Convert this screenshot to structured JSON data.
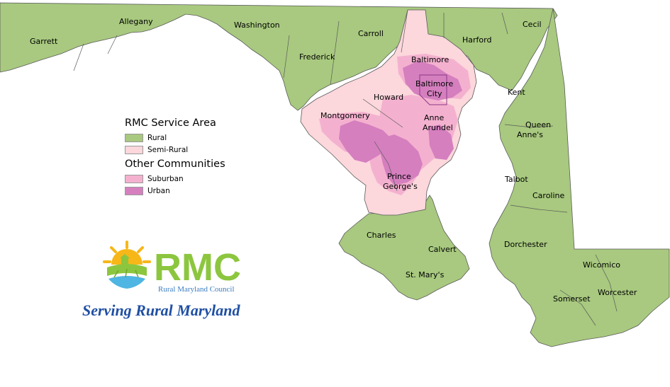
{
  "colors": {
    "rural": "#a8c97f",
    "semi_rural": "#fcd7dc",
    "suburban": "#f4b1cf",
    "urban": "#d57fbf",
    "border": "#5a5a5a",
    "tagline": "#1f4fa3",
    "logo_green": "#8cc63f",
    "logo_sun": "#f7b718",
    "logo_water": "#4fb5e3"
  },
  "legend": {
    "service_area_title": "RMC Service Area",
    "rural_label": "Rural",
    "semi_rural_label": "Semi-Rural",
    "other_title": "Other Communities",
    "suburban_label": "Suburban",
    "urban_label": "Urban"
  },
  "counties": {
    "garrett": "Garrett",
    "allegany": "Allegany",
    "washington": "Washington",
    "frederick": "Frederick",
    "carroll": "Carroll",
    "baltimore": "Baltimore",
    "harford": "Harford",
    "cecil": "Cecil",
    "baltimore_city_1": "Baltimore",
    "baltimore_city_2": "City",
    "howard": "Howard",
    "montgomery": "Montgomery",
    "anne_arundel_1": "Anne",
    "anne_arundel_2": "Arundel",
    "kent": "Kent",
    "queen_annes_1": "Queen",
    "queen_annes_2": "Anne's",
    "prince_georges_1": "Prince",
    "prince_georges_2": "George's",
    "talbot": "Talbot",
    "caroline": "Caroline",
    "charles": "Charles",
    "calvert": "Calvert",
    "dorchester": "Dorchester",
    "st_marys": "St. Mary's",
    "wicomico": "Wicomico",
    "somerset": "Somerset",
    "worcester": "Worcester"
  },
  "logo": {
    "letters": "RMC",
    "subtitle": "Rural Maryland Council"
  },
  "tagline": "Serving Rural Maryland"
}
